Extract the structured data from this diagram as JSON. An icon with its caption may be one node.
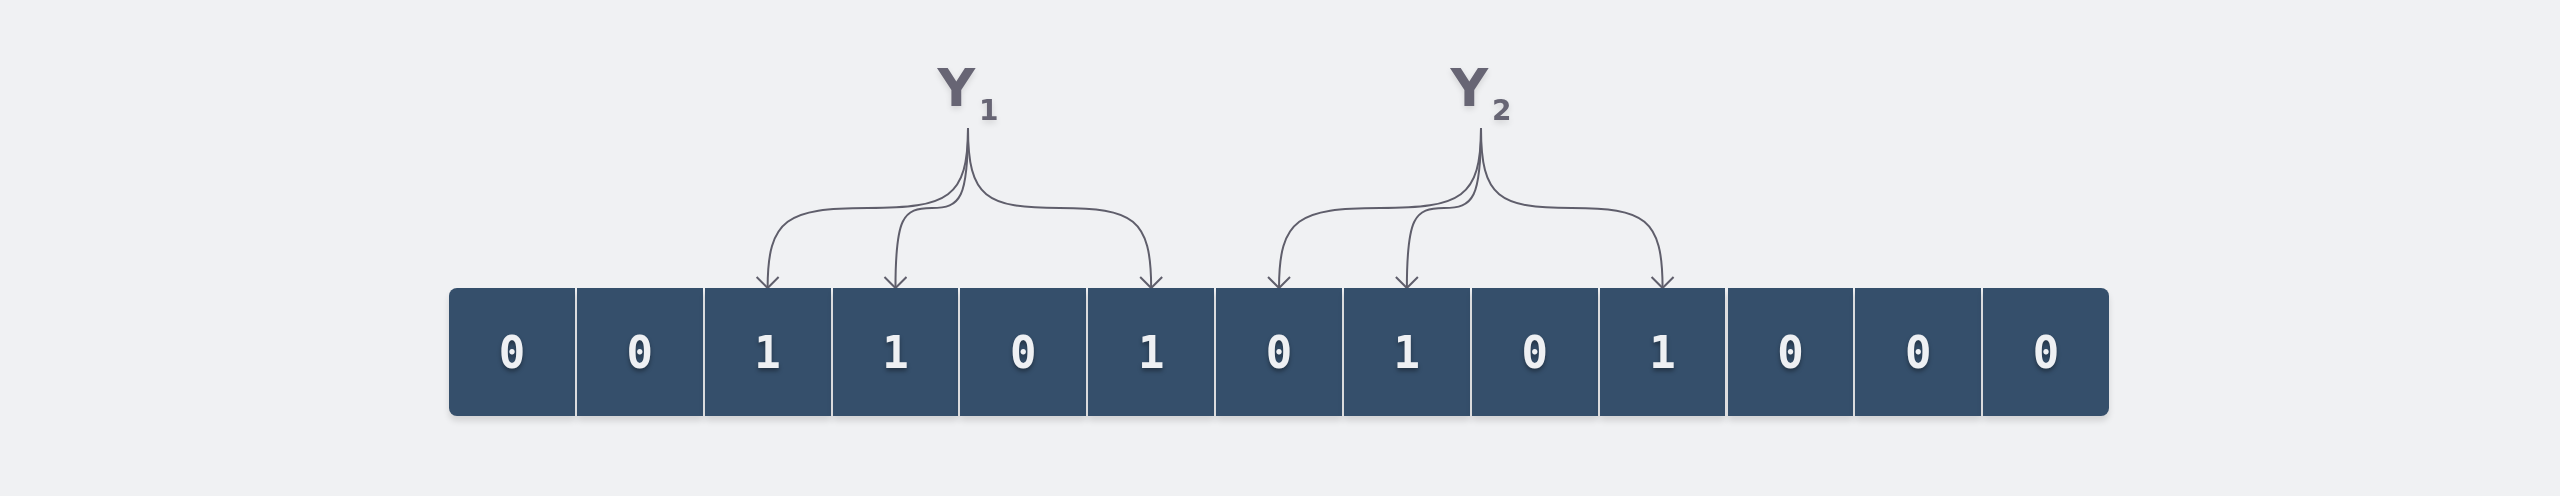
{
  "diagram": {
    "nodes": [
      {
        "text": [
          "Y$_{1}$"
        ]
      },
      {
        "text": [
          "Y$_{2}$"
        ]
      },
      {
        "text": [
          "0"
        ]
      },
      {
        "text": [
          "0"
        ]
      },
      {
        "text": [
          "1"
        ]
      },
      {
        "text": [
          "1"
        ]
      },
      {
        "text": [
          "0"
        ]
      },
      {
        "text": [
          "1"
        ]
      },
      {
        "text": [
          "0"
        ]
      },
      {
        "text": [
          "1"
        ]
      },
      {
        "text": [
          "0"
        ]
      },
      {
        "text": [
          "1"
        ]
      },
      {
        "text": [
          "0"
        ]
      },
      {
        "text": [
          "0"
        ]
      },
      {
        "text": [
          "0"
        ]
      }
    ],
    "edges": [
      {
        "from": 0,
        "to": 4,
        "arrow": "to"
      },
      {
        "from": 0,
        "to": 5,
        "arrow": "to"
      },
      {
        "from": 0,
        "to": 7,
        "arrow": "to"
      },
      {
        "from": 1,
        "to": 8,
        "arrow": "to"
      },
      {
        "from": 1,
        "to": 9,
        "arrow": "to"
      },
      {
        "from": 1,
        "to": 11,
        "arrow": "to"
      }
    ]
  }
}
